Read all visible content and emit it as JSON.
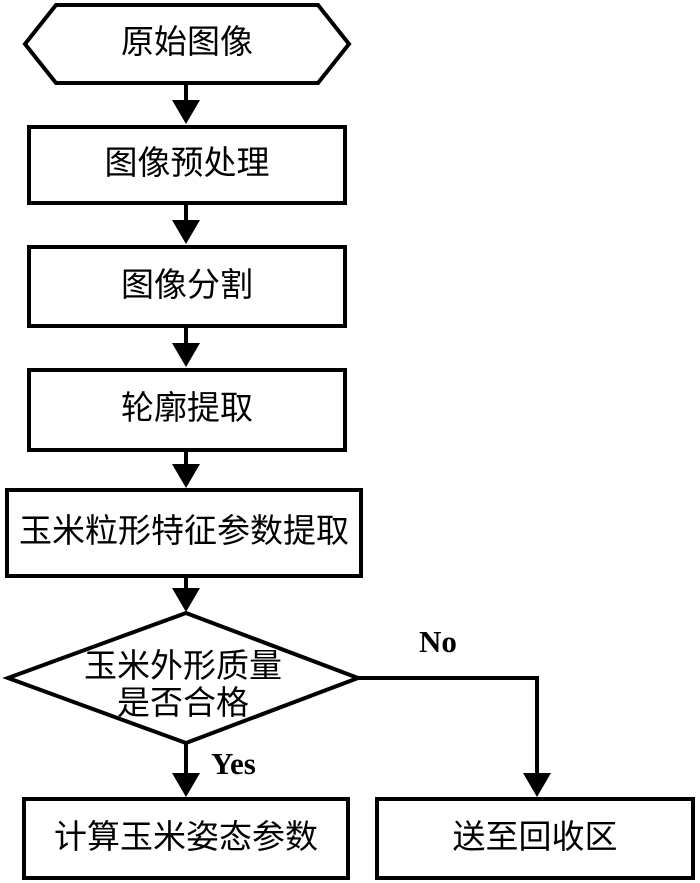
{
  "diagram": {
    "background_color": "#ffffff",
    "stroke_color": "#000000",
    "nodes": {
      "start": {
        "label": "原始图像",
        "shape": "hexagon"
      },
      "preprocess": {
        "label": "图像预处理",
        "shape": "rect"
      },
      "segmentation": {
        "label": "图像分割",
        "shape": "rect"
      },
      "contour": {
        "label": "轮廓提取",
        "shape": "rect"
      },
      "feature_extraction": {
        "label": "玉米粒形特征参数提取",
        "shape": "rect"
      },
      "quality_decision": {
        "label_line1": "玉米外形质量",
        "label_line2": "是否合格",
        "shape": "diamond"
      },
      "posture_calc": {
        "label": "计算玉米姿态参数",
        "shape": "rect"
      },
      "recycle": {
        "label": "送至回收区",
        "shape": "rect"
      }
    },
    "edge_labels": {
      "yes": "Yes",
      "no": "No"
    }
  }
}
